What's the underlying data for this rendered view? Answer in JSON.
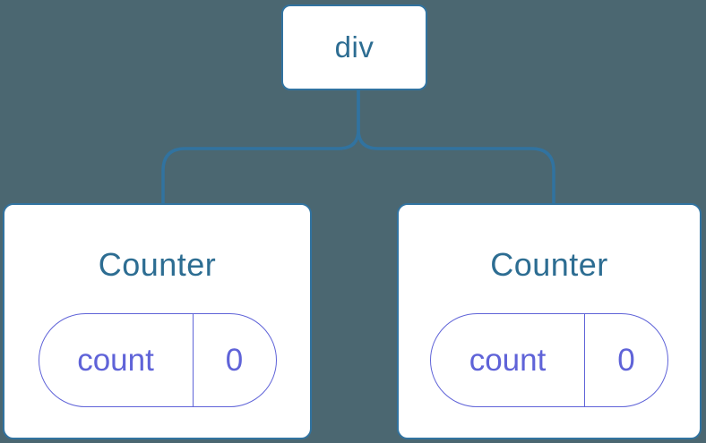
{
  "colors": {
    "background": "#4b6771",
    "line": "#3173a0",
    "node_text": "#2d6d92",
    "state": "#5f63d8",
    "node_bg": "#ffffff"
  },
  "tree": {
    "root": {
      "label": "div"
    },
    "children": [
      {
        "label": "Counter",
        "state": {
          "key": "count",
          "value": "0"
        }
      },
      {
        "label": "Counter",
        "state": {
          "key": "count",
          "value": "0"
        }
      }
    ]
  }
}
